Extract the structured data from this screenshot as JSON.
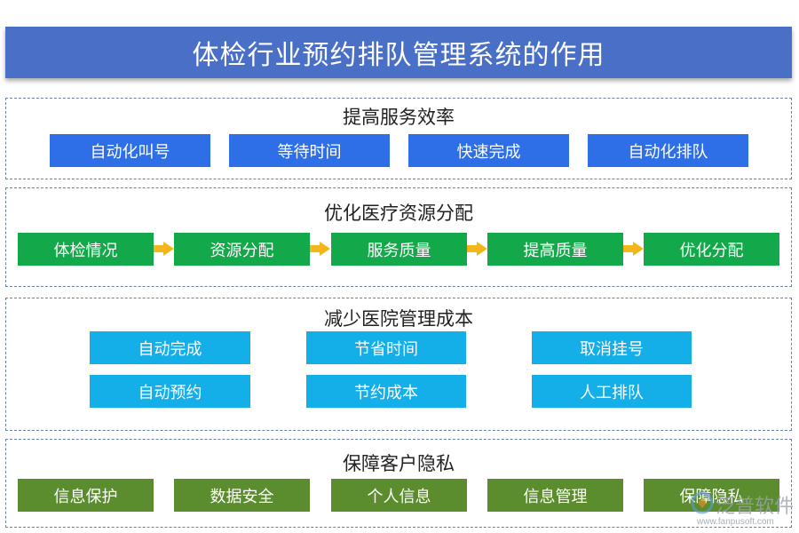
{
  "title": "体检行业预约排队管理系统的作用",
  "sections": [
    {
      "title": "提高服务效率",
      "items": [
        "自动化叫号",
        "等待时间",
        "快速完成",
        "自动化排队"
      ]
    },
    {
      "title": "优化医疗资源分配",
      "items": [
        "体检情况",
        "资源分配",
        "服务质量",
        "提高质量",
        "优化分配"
      ]
    },
    {
      "title": "减少医院管理成本",
      "items": [
        "自动完成",
        "节省时间",
        "取消挂号",
        "自动预约",
        "节约成本",
        "人工排队"
      ]
    },
    {
      "title": "保障客户隐私",
      "items": [
        "信息保护",
        "数据安全",
        "个人信息",
        "信息管理",
        "保障隐私"
      ]
    }
  ],
  "watermark": {
    "brand": "泛普软件",
    "url": "www.fanpusoft.com"
  },
  "colors": {
    "banner": "#4a6fc7",
    "section1": "#2e6ee6",
    "section2": "#13a84a",
    "section3": "#14aee8",
    "section4": "#5b8c2e",
    "arrow": "#f2b51c"
  }
}
